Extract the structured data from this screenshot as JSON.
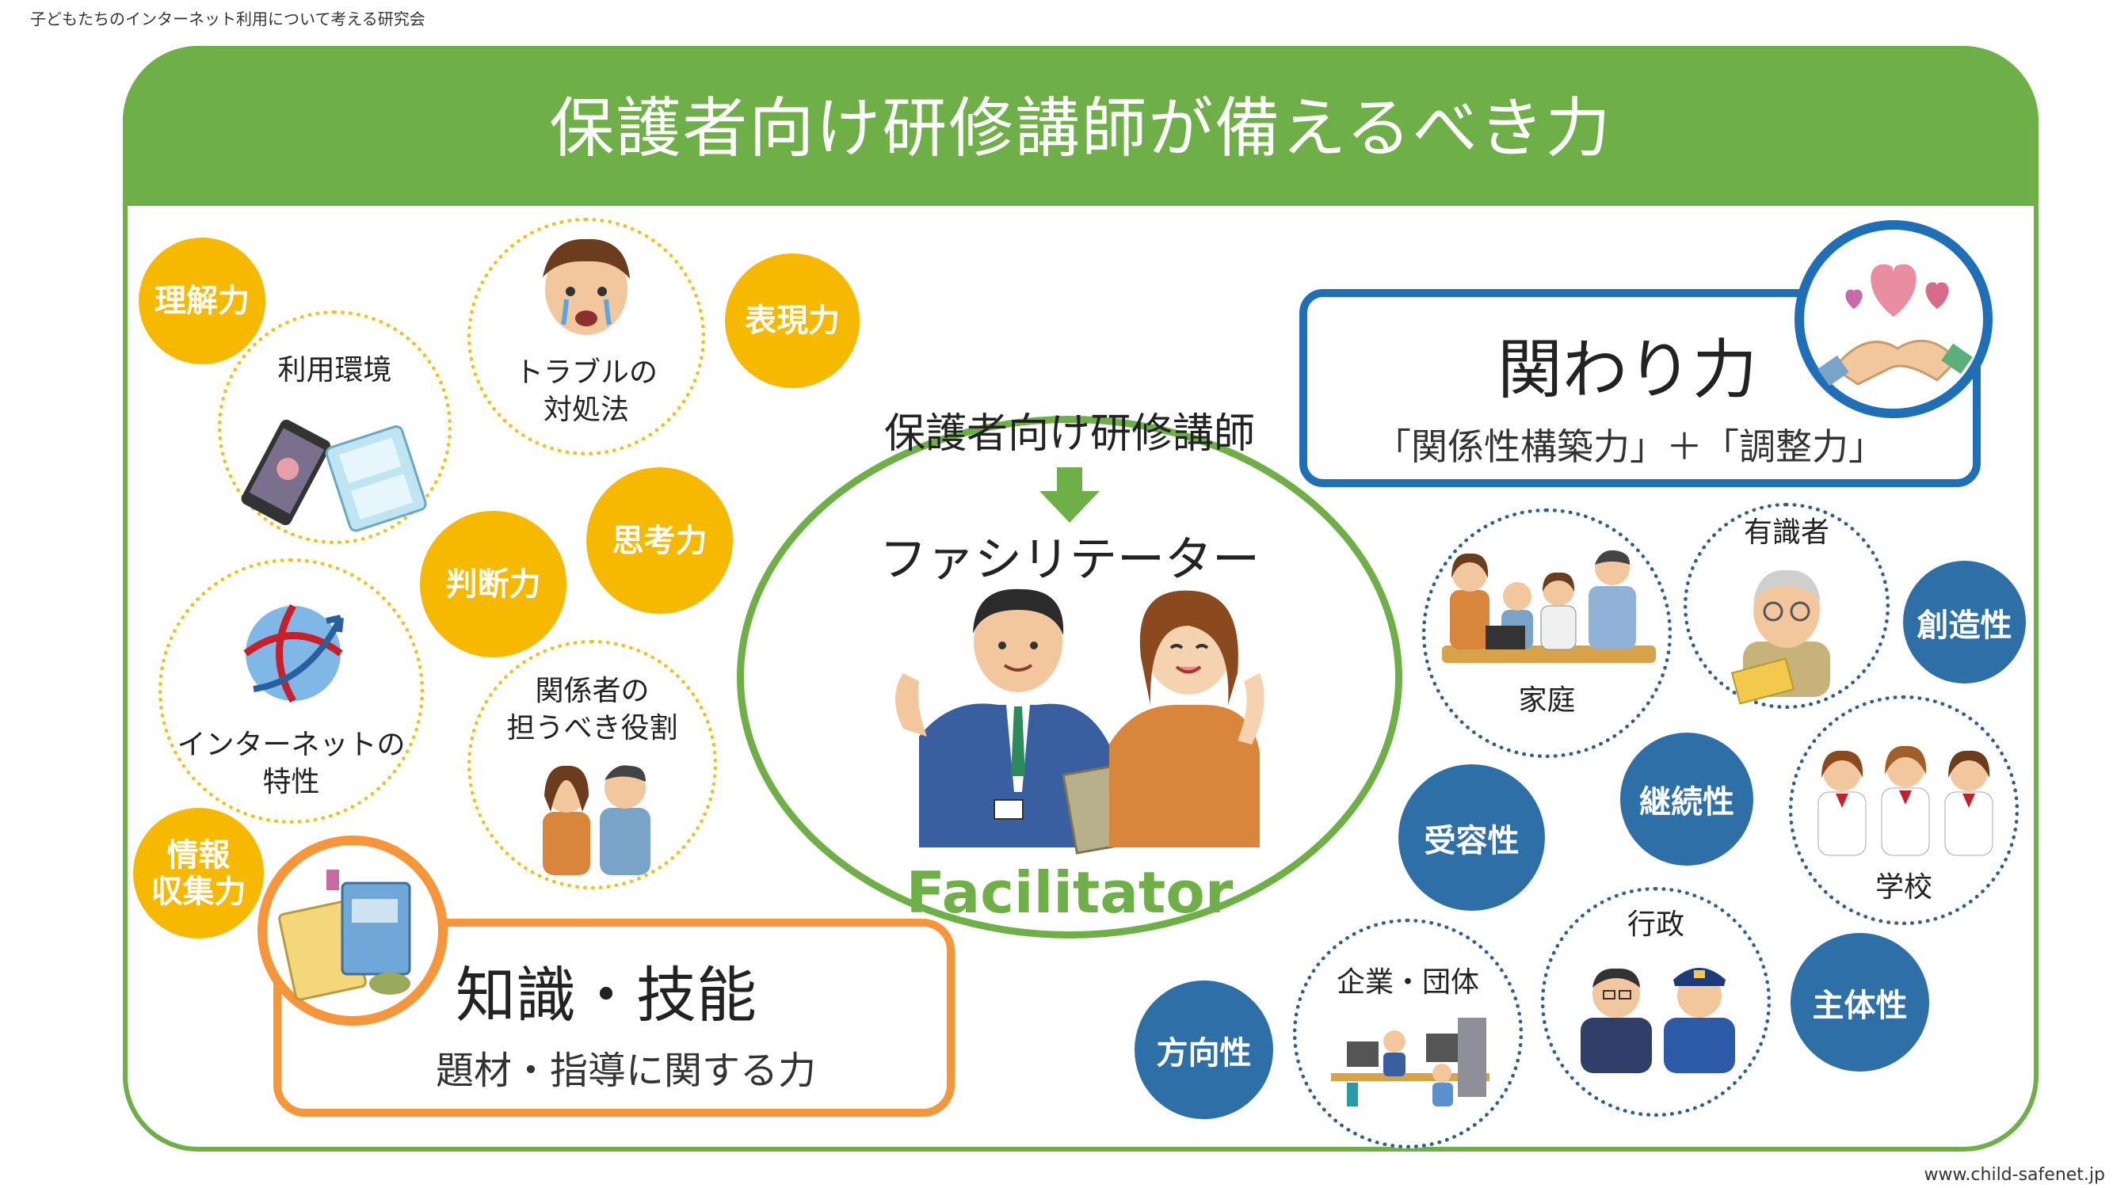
{
  "header": {
    "org": "子どもたちのインターネット利用について考える研究会"
  },
  "title": "保護者向け研修講師が備えるべき力",
  "footer": {
    "url": "www.child-safenet.jp"
  },
  "center": {
    "role": "保護者向け研修講師",
    "becomes": "ファシリテーター",
    "english": "Facilitator"
  },
  "knowledge": {
    "heading": "知識・技能",
    "subheading": "題材・指導に関する力",
    "abilities": [
      "理解力",
      "表現力",
      "思考力",
      "判断力",
      "情報\n収集力"
    ],
    "topics": {
      "environment": "利用環境",
      "trouble": "トラブルの\n対処法",
      "internet": "インターネットの\n特性",
      "roles": "関係者の\n担うべき役割"
    }
  },
  "relation": {
    "heading": "関わり力",
    "subheading": "「関係性構築力」＋「調整力」",
    "qualities": [
      "創造性",
      "継続性",
      "受容性",
      "主体性",
      "方向性"
    ],
    "stakeholders": {
      "family": "家庭",
      "expert": "有識者",
      "school": "学校",
      "government": "行政",
      "company": "企業・団体"
    }
  },
  "colors": {
    "green": "#6faf47",
    "yellow": "#f7b800",
    "orange": "#f7953a",
    "blue": "#1f6fb8",
    "navy": "#2f6fa8"
  }
}
